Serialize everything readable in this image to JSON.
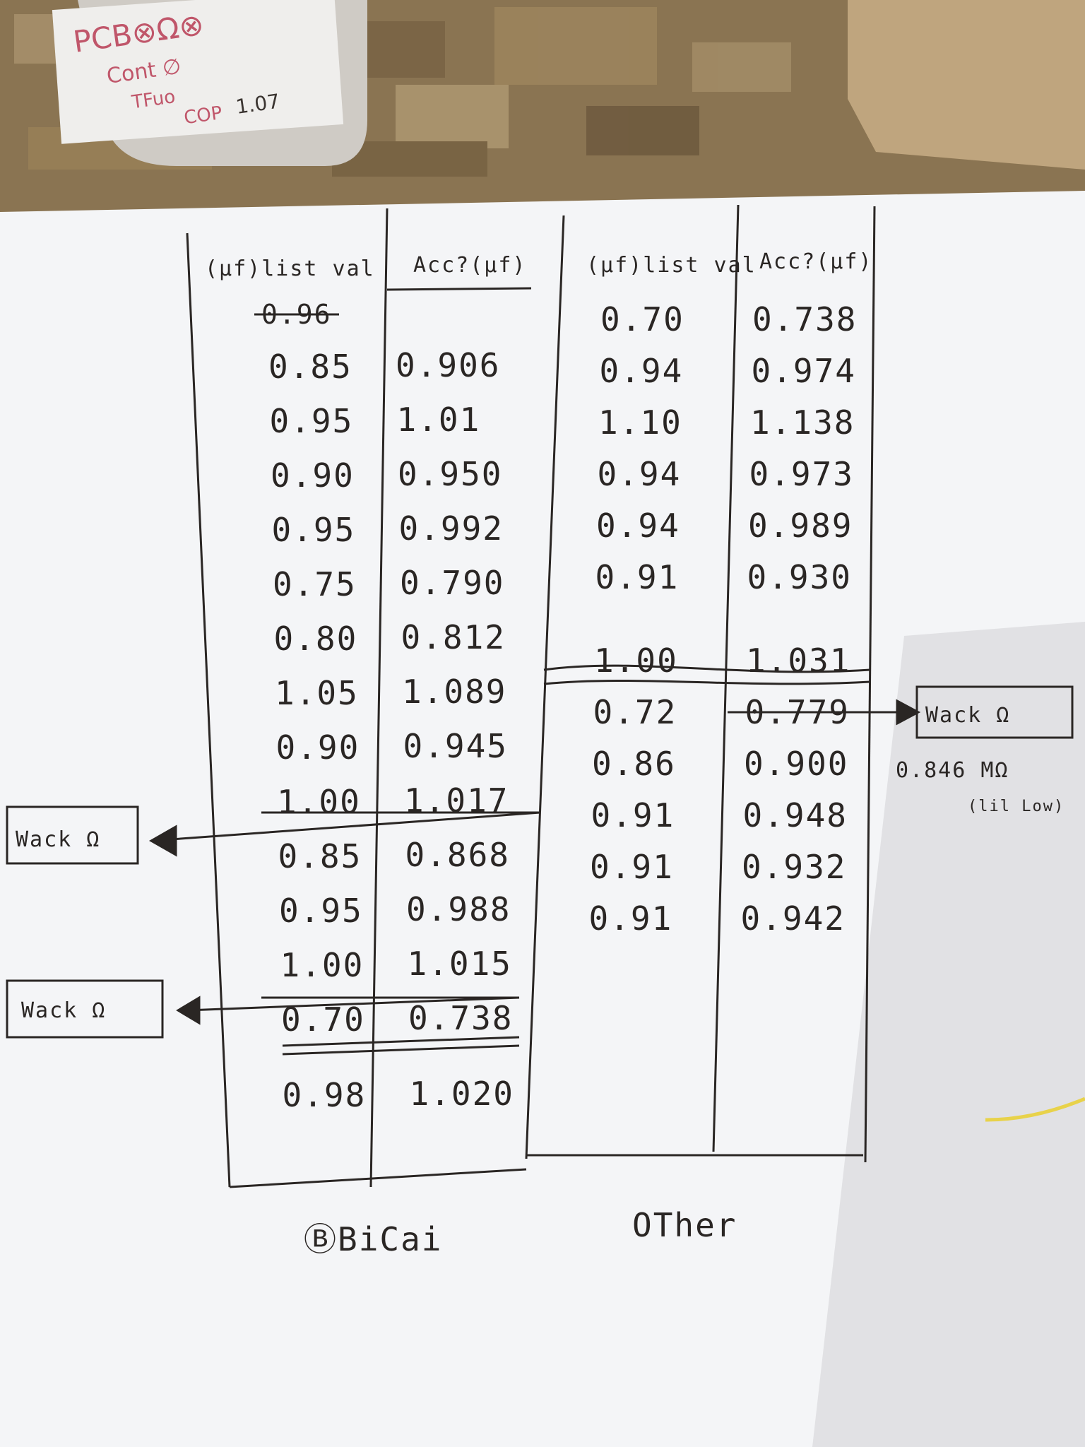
{
  "can_label": {
    "line1": "PCB⊗Ω⊗",
    "line2": "Cont ∅",
    "line3": "TFuo",
    "line4_prefix": "COP",
    "line4_value": "1.07"
  },
  "sheet": {
    "bicai": {
      "header_listed": "(μf)list val",
      "header_actual": "Acc?(μf)",
      "struck_top": "0.96",
      "rows": [
        {
          "listed": "0.85",
          "actual": "0.906"
        },
        {
          "listed": "0.95",
          "actual": "1.01"
        },
        {
          "listed": "0.90",
          "actual": "0.950"
        },
        {
          "listed": "0.95",
          "actual": "0.992"
        },
        {
          "listed": "0.75",
          "actual": "0.790"
        },
        {
          "listed": "0.80",
          "actual": "0.812"
        },
        {
          "listed": "1.05",
          "actual": "1.089"
        },
        {
          "listed": "0.90",
          "actual": "0.945"
        },
        {
          "listed": "1.00",
          "actual": "1.017"
        },
        {
          "listed": "0.85",
          "actual": "0.868"
        },
        {
          "listed": "0.95",
          "actual": "0.988"
        },
        {
          "listed": "1.00",
          "actual": "1.015"
        },
        {
          "listed": "0.70",
          "actual": "0.738"
        },
        {
          "listed": "0.98",
          "actual": "1.020"
        }
      ],
      "footer": "ⒷBiCai"
    },
    "other": {
      "header_listed": "(μf)list val",
      "header_actual": "Acc?(μf)",
      "rows": [
        {
          "listed": "0.70",
          "actual": "0.738"
        },
        {
          "listed": "0.94",
          "actual": "0.974"
        },
        {
          "listed": "1.10",
          "actual": "1.138"
        },
        {
          "listed": "0.94",
          "actual": "0.973"
        },
        {
          "listed": "0.94",
          "actual": "0.989"
        },
        {
          "listed": "0.91",
          "actual": "0.930"
        },
        {
          "listed": "1.00",
          "actual": "1.031"
        },
        {
          "listed": "0.72",
          "actual": "0.779"
        },
        {
          "listed": "0.86",
          "actual": "0.900"
        },
        {
          "listed": "0.91",
          "actual": "0.948"
        },
        {
          "listed": "0.91",
          "actual": "0.932"
        },
        {
          "listed": "0.91",
          "actual": "0.942"
        }
      ],
      "footer": "OTher"
    },
    "notes": {
      "wack_label": "Wack Ω",
      "note_value": "0.846 MΩ",
      "note_sub": "(lil Low)"
    }
  }
}
